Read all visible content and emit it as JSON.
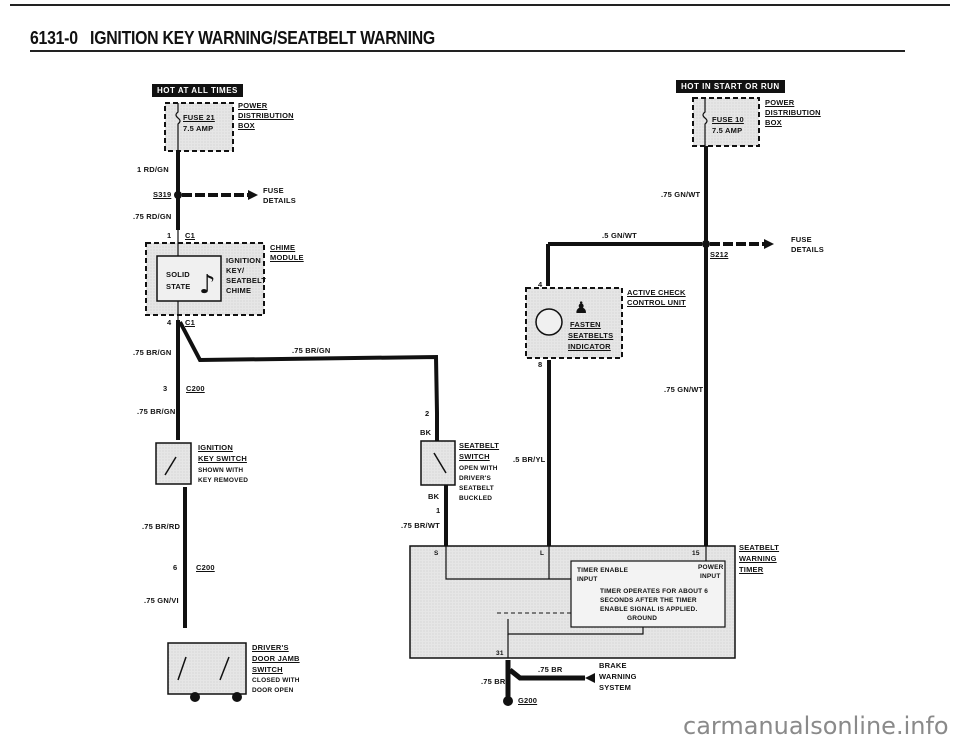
{
  "header": {
    "section_code": "6131-0",
    "title": "IGNITION KEY WARNING/SEATBELT WARNING"
  },
  "power_sources": {
    "left": {
      "badge": "HOT AT ALL TIMES",
      "fuse": "FUSE 21",
      "rating": "7.5 AMP",
      "box_label": [
        "POWER",
        "DISTRIBUTION",
        "BOX"
      ]
    },
    "right": {
      "badge": "HOT IN START OR RUN",
      "fuse": "FUSE 10",
      "rating": "7.5 AMP",
      "box_label": [
        "POWER",
        "DISTRIBUTION",
        "BOX"
      ]
    }
  },
  "wires": {
    "w1": "1 RD/GN",
    "w2": ".75 RD/GN",
    "w3": ".75 BR/GN",
    "w4": ".75 BR/GN",
    "w5": ".75 BR/GN",
    "w6": ".75 BR/RD",
    "w7": ".75 GN/VI",
    "w8": ".75 GN/WT",
    "w9": ".5 GN/WT",
    "w10": ".75 GN/WT",
    "w11": ".5 BR/YL",
    "w12": ".75 BR/WT",
    "w13": "BK",
    "w14": "BK",
    "w15": ".75 BR",
    "w16": ".75 BR"
  },
  "splices": {
    "s319": "S319",
    "s212": "S212",
    "fuse_details": [
      "FUSE",
      "DETAILS"
    ]
  },
  "connectors": {
    "c1_top": {
      "pin": "1",
      "name": "C1"
    },
    "c1_bottom": {
      "pin": "4",
      "name": "C1"
    },
    "c200_a": {
      "pin": "3",
      "name": "C200"
    },
    "c200_b": {
      "pin": "6",
      "name": "C200"
    },
    "seat_pin_2": "2",
    "seat_pin_1": "1",
    "acu_pin_4": "4",
    "acu_pin_8": "8",
    "timer_pin_s": "S",
    "timer_pin_l": "L",
    "timer_pin_15": "15",
    "timer_pin_31": "31"
  },
  "components": {
    "chime": {
      "label": [
        "CHIME",
        "MODULE"
      ],
      "inner": [
        "SOLID",
        "STATE"
      ],
      "desc": [
        "IGNITION",
        "KEY/",
        "SEATBELT",
        "CHIME"
      ]
    },
    "ignition_switch": {
      "label": [
        "IGNITION",
        "KEY SWITCH"
      ],
      "note": [
        "SHOWN WITH",
        "KEY REMOVED"
      ]
    },
    "door_switch": {
      "label": [
        "DRIVER'S",
        "DOOR JAMB",
        "SWITCH"
      ],
      "note": [
        "CLOSED WITH",
        "DOOR OPEN"
      ]
    },
    "seatbelt_switch": {
      "label": [
        "SEATBELT",
        "SWITCH"
      ],
      "note": [
        "OPEN WITH",
        "DRIVER'S",
        "SEATBELT",
        "BUCKLED"
      ]
    },
    "active_check": {
      "label": [
        "ACTIVE CHECK",
        "CONTROL UNIT"
      ],
      "indicator": [
        "FASTEN",
        "SEATBELTS",
        "INDICATOR"
      ]
    },
    "timer": {
      "label": [
        "SEATBELT",
        "WARNING",
        "TIMER"
      ],
      "enable_input": [
        "TIMER ENABLE",
        "INPUT"
      ],
      "power_input": [
        "POWER",
        "INPUT"
      ],
      "description": [
        "TIMER OPERATES FOR ABOUT 6",
        "SECONDS AFTER THE TIMER",
        "ENABLE SIGNAL IS APPLIED."
      ],
      "ground": "GROUND"
    },
    "brake": [
      "BRAKE",
      "WARNING",
      "SYSTEM"
    ],
    "ground": "G200"
  },
  "watermark": "carmanualsonline.info"
}
